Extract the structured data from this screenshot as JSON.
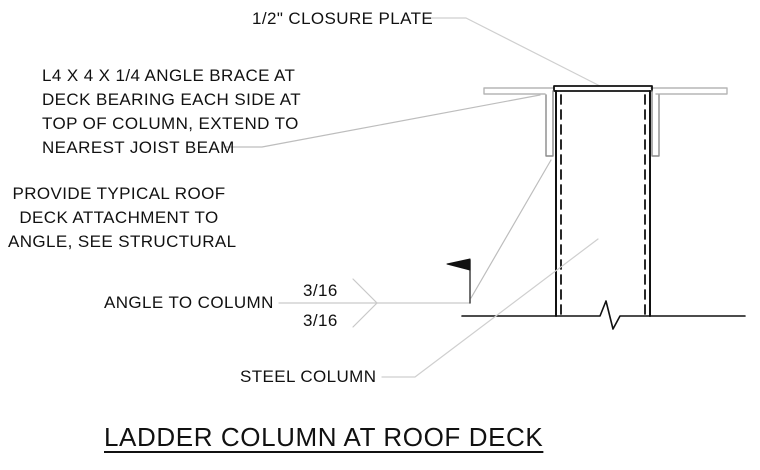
{
  "drawing": {
    "title": "LADDER COLUMN AT ROOF DECK",
    "notes": {
      "closure_plate": "1/2\" CLOSURE PLATE",
      "angle_brace": [
        "L4 X 4 X 1/4 ANGLE BRACE AT",
        "DECK BEARING EACH SIDE AT",
        "TOP OF COLUMN, EXTEND TO",
        "NEAREST JOIST BEAM"
      ],
      "roof_deck": [
        "PROVIDE TYPICAL ROOF",
        "DECK ATTACHMENT TO",
        "ANGLE, SEE STRUCTURAL"
      ],
      "weld_callout": "ANGLE TO COLUMN",
      "weld_size_top": "3/16",
      "weld_size_bottom": "3/16",
      "steel_column": "STEEL COLUMN"
    }
  }
}
